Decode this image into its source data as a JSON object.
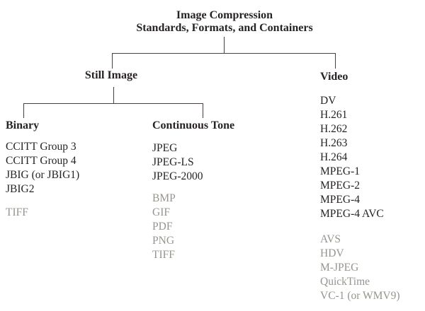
{
  "diagram": {
    "title_line1": "Image Compression",
    "title_line2": "Standards, Formats, and Containers",
    "branches": {
      "still_image": {
        "label": "Still Image",
        "children": {
          "binary": {
            "label": "Binary",
            "items": [
              "CCITT Group 3",
              "CCITT Group 4",
              "JBIG (or JBIG1)",
              "JBIG2"
            ],
            "muted_items": [
              "TIFF"
            ]
          },
          "continuous_tone": {
            "label": "Continuous Tone",
            "items": [
              "JPEG",
              "JPEG-LS",
              "JPEG-2000"
            ],
            "muted_items": [
              "BMP",
              "GIF",
              "PDF",
              "PNG",
              "TIFF"
            ]
          }
        }
      },
      "video": {
        "label": "Video",
        "items": [
          "DV",
          "H.261",
          "H.262",
          "H.263",
          "H.264",
          "MPEG-1",
          "MPEG-2",
          "MPEG-4",
          "MPEG-4 AVC"
        ],
        "muted_items": [
          "AVS",
          "HDV",
          "M-JPEG",
          "QuickTime",
          "VC-1 (or WMV9)"
        ]
      }
    }
  },
  "colors": {
    "ink": "#272324",
    "muted": "#97948e",
    "line": "#454142",
    "background": "#ffffff"
  }
}
